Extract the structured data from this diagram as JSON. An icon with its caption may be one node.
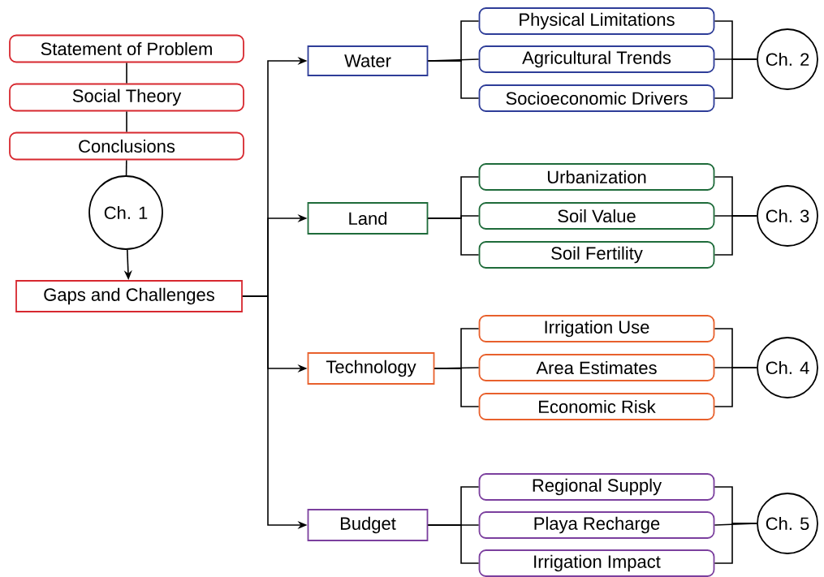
{
  "diagram": {
    "nodes": [
      {
        "text": [
          "Statement of Problem"
        ]
      },
      {
        "text": [
          "Social Theory"
        ]
      },
      {
        "text": [
          "Conclusions"
        ]
      },
      {
        "text": [
          "Ch. 1"
        ]
      },
      {
        "text": [
          "Gaps and Challenges"
        ]
      },
      {
        "text": [
          "Water"
        ]
      },
      {
        "text": [
          "Physical Limitations"
        ]
      },
      {
        "text": [
          "Agricultural Trends"
        ]
      },
      {
        "text": [
          "Socioeconomic Drivers"
        ]
      },
      {
        "text": [
          "Ch. 2"
        ]
      },
      {
        "text": [
          "Land"
        ]
      },
      {
        "text": [
          "Urbanization"
        ]
      },
      {
        "text": [
          "Soil Value"
        ]
      },
      {
        "text": [
          "Soil Fertility"
        ]
      },
      {
        "text": [
          "Ch. 3"
        ]
      },
      {
        "text": [
          "Technology"
        ]
      },
      {
        "text": [
          "Irrigation Use"
        ]
      },
      {
        "text": [
          "Area Estimates"
        ]
      },
      {
        "text": [
          "Economic Risk"
        ]
      },
      {
        "text": [
          "Ch. 4"
        ]
      },
      {
        "text": [
          "Budget"
        ]
      },
      {
        "text": [
          "Regional Supply"
        ]
      },
      {
        "text": [
          "Playa Recharge"
        ]
      },
      {
        "text": [
          "Irrigation Impact"
        ]
      },
      {
        "text": [
          "Ch. 5"
        ]
      }
    ],
    "edges": [
      {
        "from": 0,
        "to": 1,
        "arrow": "none"
      },
      {
        "from": 1,
        "to": 2,
        "arrow": "none"
      },
      {
        "from": 2,
        "to": 3,
        "arrow": "none"
      },
      {
        "from": 3,
        "to": 4,
        "arrow": "to"
      },
      {
        "from": 4,
        "to": 5,
        "arrow": "to"
      },
      {
        "from": 4,
        "to": 10,
        "arrow": "to"
      },
      {
        "from": 4,
        "to": 15,
        "arrow": "to"
      },
      {
        "from": 4,
        "to": 20,
        "arrow": "to"
      },
      {
        "from": 5,
        "to": 6,
        "arrow": "none"
      },
      {
        "from": 5,
        "to": 7,
        "arrow": "none"
      },
      {
        "from": 5,
        "to": 8,
        "arrow": "none"
      },
      {
        "from": 6,
        "to": 9,
        "arrow": "none"
      },
      {
        "from": 7,
        "to": 9,
        "arrow": "none"
      },
      {
        "from": 8,
        "to": 9,
        "arrow": "none"
      },
      {
        "from": 10,
        "to": 11,
        "arrow": "none"
      },
      {
        "from": 10,
        "to": 12,
        "arrow": "none"
      },
      {
        "from": 10,
        "to": 13,
        "arrow": "none"
      },
      {
        "from": 11,
        "to": 14,
        "arrow": "none"
      },
      {
        "from": 12,
        "to": 14,
        "arrow": "none"
      },
      {
        "from": 13,
        "to": 14,
        "arrow": "none"
      },
      {
        "from": 15,
        "to": 16,
        "arrow": "none"
      },
      {
        "from": 15,
        "to": 17,
        "arrow": "none"
      },
      {
        "from": 15,
        "to": 18,
        "arrow": "none"
      },
      {
        "from": 16,
        "to": 19,
        "arrow": "none"
      },
      {
        "from": 17,
        "to": 19,
        "arrow": "none"
      },
      {
        "from": 18,
        "to": 19,
        "arrow": "none"
      },
      {
        "from": 20,
        "to": 21,
        "arrow": "none"
      },
      {
        "from": 20,
        "to": 22,
        "arrow": "none"
      },
      {
        "from": 20,
        "to": 23,
        "arrow": "none"
      },
      {
        "from": 21,
        "to": 24,
        "arrow": "none"
      },
      {
        "from": 22,
        "to": 24,
        "arrow": "none"
      },
      {
        "from": 23,
        "to": 24,
        "arrow": "none"
      }
    ]
  }
}
